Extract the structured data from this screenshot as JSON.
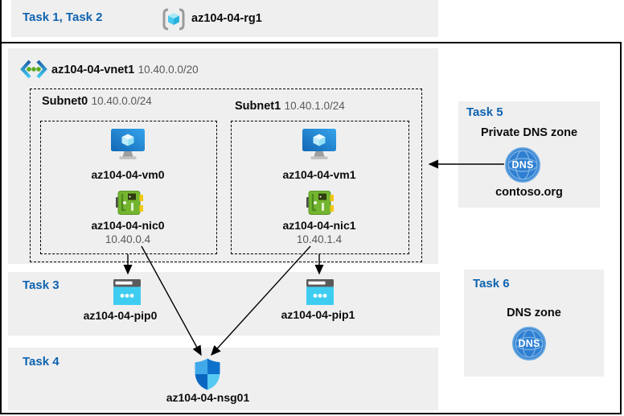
{
  "colors": {
    "accent_blue": "#0E63B0",
    "band_gray": "#EFEFEF",
    "muted_text": "#595959"
  },
  "top_band": {
    "task_label": "Task 1, Task 2",
    "resource_group": {
      "name": "az104-04-rg1"
    }
  },
  "vnet": {
    "name": "az104-04-vnet1",
    "cidr": "10.40.0.0/20",
    "subnets": [
      {
        "name": "Subnet0",
        "cidr": "10.40.0.0/24",
        "vm": {
          "name": "az104-04-vm0"
        },
        "nic": {
          "name": "az104-04-nic0",
          "ip": "10.40.0.4"
        }
      },
      {
        "name": "Subnet1",
        "cidr": "10.40.1.0/24",
        "vm": {
          "name": "az104-04-vm1"
        },
        "nic": {
          "name": "az104-04-nic1",
          "ip": "10.40.1.4"
        }
      }
    ]
  },
  "task3": {
    "task_label": "Task 3",
    "public_ips": [
      {
        "name": "az104-04-pip0"
      },
      {
        "name": "az104-04-pip1"
      }
    ]
  },
  "task4": {
    "task_label": "Task 4",
    "nsg": {
      "name": "az104-04-nsg01"
    }
  },
  "task5": {
    "task_label": "Task 5",
    "title": "Private DNS zone",
    "zone_name": "contoso.org",
    "dns_badge": "DNS"
  },
  "task6": {
    "task_label": "Task 6",
    "title": "DNS zone",
    "dns_badge": "DNS"
  }
}
